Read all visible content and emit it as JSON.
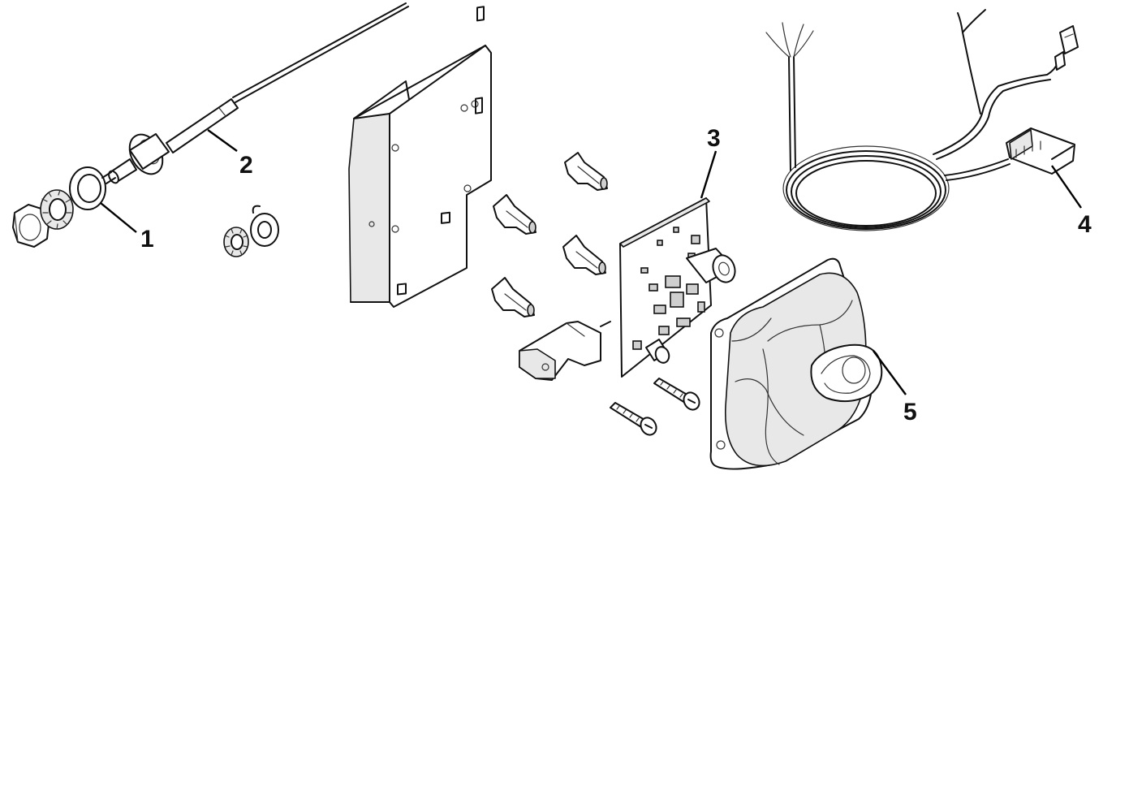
{
  "callouts": [
    {
      "id": "1",
      "label": "1"
    },
    {
      "id": "2",
      "label": "2"
    },
    {
      "id": "3",
      "label": "3"
    },
    {
      "id": "4",
      "label": "4"
    },
    {
      "id": "5",
      "label": "5"
    }
  ],
  "colors": {
    "line": "#111111",
    "background": "#ffffff",
    "shade": "#e8e8e8"
  }
}
